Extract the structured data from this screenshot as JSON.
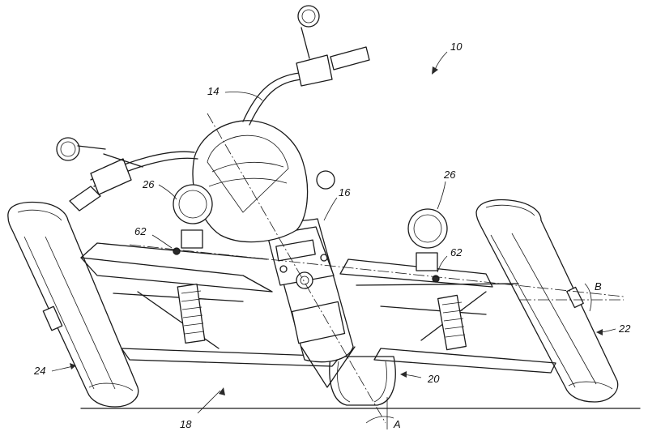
{
  "figure": {
    "labels": {
      "ref_10": "10",
      "ref_14": "14",
      "ref_16": "16",
      "ref_18": "18",
      "ref_20": "20",
      "ref_22": "22",
      "ref_24": "24",
      "ref_26_left": "26",
      "ref_26_right": "26",
      "ref_62_left": "62",
      "ref_62_right": "62",
      "angle_A": "A",
      "angle_B": "B"
    }
  }
}
